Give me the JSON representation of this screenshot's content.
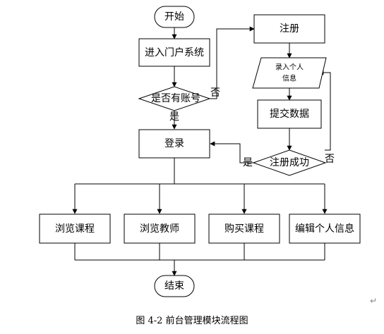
{
  "nodes": {
    "start": "开始",
    "enter_portal": "进入门户系统",
    "has_account": "是否有账号",
    "register": "注册",
    "input_info_line1": "录入个人",
    "input_info_line2": "信息",
    "submit_data": "提交数据",
    "login": "登录",
    "register_success": "注册成功",
    "browse_courses": "浏览课程",
    "browse_teachers": "浏览教师",
    "buy_courses": "购买课程",
    "edit_info": "编辑个人信息",
    "end": "结束"
  },
  "edge_labels": {
    "has_account_no": "否",
    "has_account_yes": "是",
    "register_success_yes": "是",
    "register_success_no": "否"
  },
  "caption": "图 4-2   前台管理模块流程图",
  "return_mark": "↵"
}
